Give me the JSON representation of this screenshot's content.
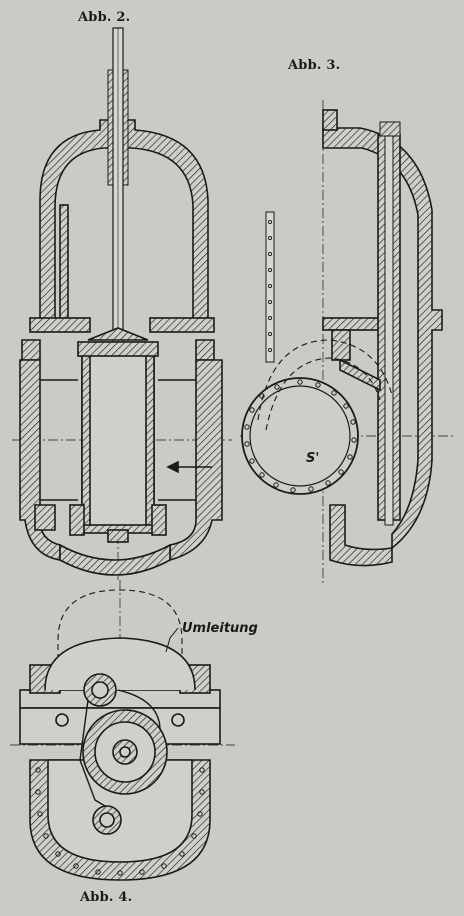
{
  "figures": {
    "fig2": {
      "label": "Abb. 2."
    },
    "fig3": {
      "label": "Abb. 3.",
      "seat_label": "S'"
    },
    "fig4": {
      "label": "Abb. 4.",
      "bypass_label": "Umleitung"
    }
  },
  "colors": {
    "paper": "#c9cbc6",
    "ink": "#1a1a1a",
    "hatch": "#2a2a2a"
  }
}
